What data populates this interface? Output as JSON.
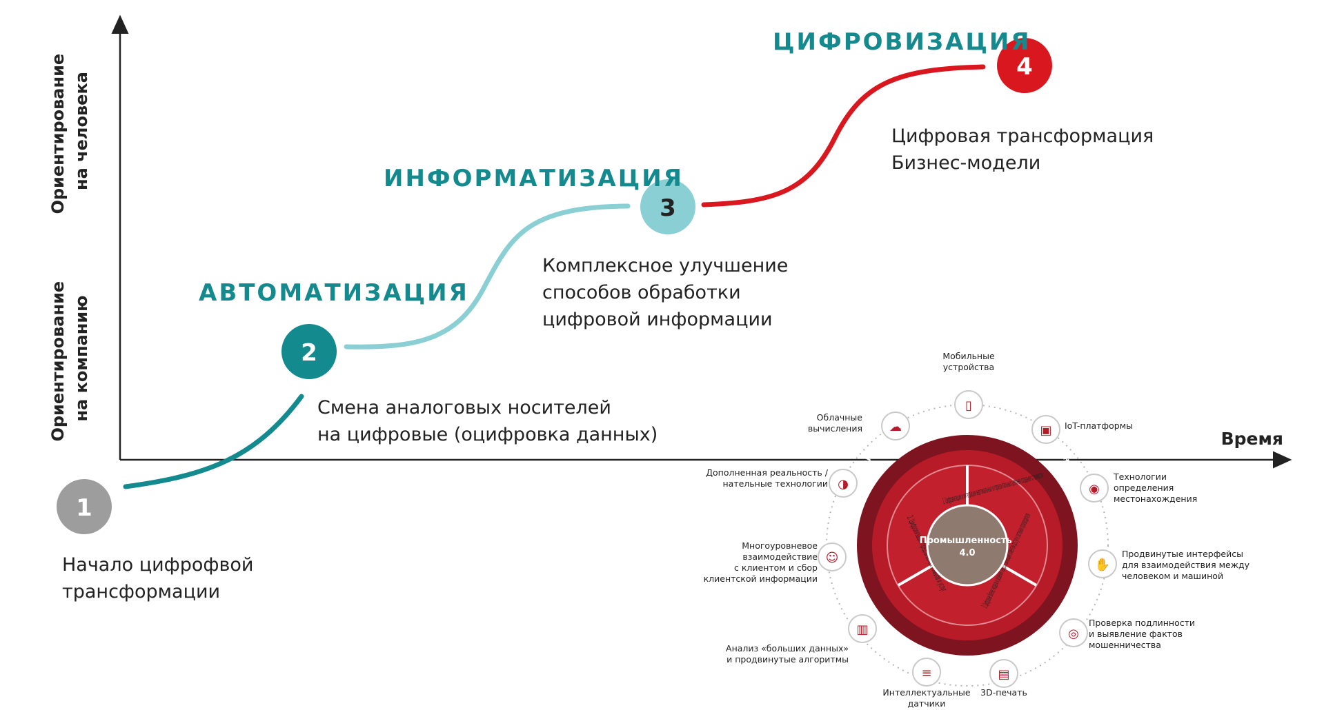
{
  "y_axis": {
    "top_label": [
      "Ориентирование",
      "на человека"
    ],
    "bottom_label": [
      "Ориентирование",
      "на компанию"
    ]
  },
  "x_axis": {
    "label": "Время"
  },
  "stages": [
    {
      "number": "1",
      "title": "",
      "description": [
        "Начало цифрофвой",
        "трансформации"
      ],
      "color": "#9d9d9d"
    },
    {
      "number": "2",
      "title": "АВТОМАТИЗАЦИЯ",
      "description": [
        "Смена аналоговых носителей",
        "на цифровые (оцифровка данных)"
      ],
      "color": "#128a8e"
    },
    {
      "number": "3",
      "title": "ИНФОРМАТИЗАЦИЯ",
      "description": [
        "Комплексное улучшение",
        "способов обработки",
        "цифровой информации"
      ],
      "color": "#8acfd3"
    },
    {
      "number": "4",
      "title": "ЦИФРОВИЗАЦИЯ",
      "description": [
        "Цифровая трансформация",
        "Бизнес-модели"
      ],
      "color": "#d9171f"
    }
  ],
  "wheel": {
    "center": [
      "Промышленность",
      "4.0"
    ],
    "ring_title": "Данные и аналитика в качестве основного функционала",
    "segments": [
      "1. Цифровизация и интеграция вертикальных и горизонтальных цепочек создания стоимости",
      "2. Цифровизация предлагаемых товаров и услуг",
      "3. Цифровые бизнес-модели и решения, предоставляющие клиентам доступ к системам производителя"
    ],
    "technologies": [
      {
        "label": [
          "Мобильные",
          "устройства"
        ],
        "icon": "mobile-icon"
      },
      {
        "label": [
          "IoT-платформы"
        ],
        "icon": "iot-platform-icon"
      },
      {
        "label": [
          "Технологии",
          "определения",
          "местонахождения"
        ],
        "icon": "location-pin-icon"
      },
      {
        "label": [
          "Продвинутые интерфейсы",
          "для взаимодействия между",
          "человеком и машиной"
        ],
        "icon": "hand-interface-icon"
      },
      {
        "label": [
          "Проверка подлинности",
          "и выявление фактов",
          "мошенничества"
        ],
        "icon": "fingerprint-icon"
      },
      {
        "label": [
          "3D-печать"
        ],
        "icon": "3d-printer-icon"
      },
      {
        "label": [
          "Интеллектуальные",
          "датчики"
        ],
        "icon": "sensor-icon"
      },
      {
        "label": [
          "Анализ «больших данных»",
          "и продвинутые алгоритмы"
        ],
        "icon": "big-data-icon"
      },
      {
        "label": [
          "Многоуровневое",
          "взаимодействие",
          "с клиентом и сбор",
          "клиентской информации"
        ],
        "icon": "customer-icon"
      },
      {
        "label": [
          "Дополненная реальность /",
          "нательные технологии"
        ],
        "icon": "ar-head-icon"
      },
      {
        "label": [
          "Облачные",
          "вычисления"
        ],
        "icon": "cloud-icon"
      }
    ]
  }
}
